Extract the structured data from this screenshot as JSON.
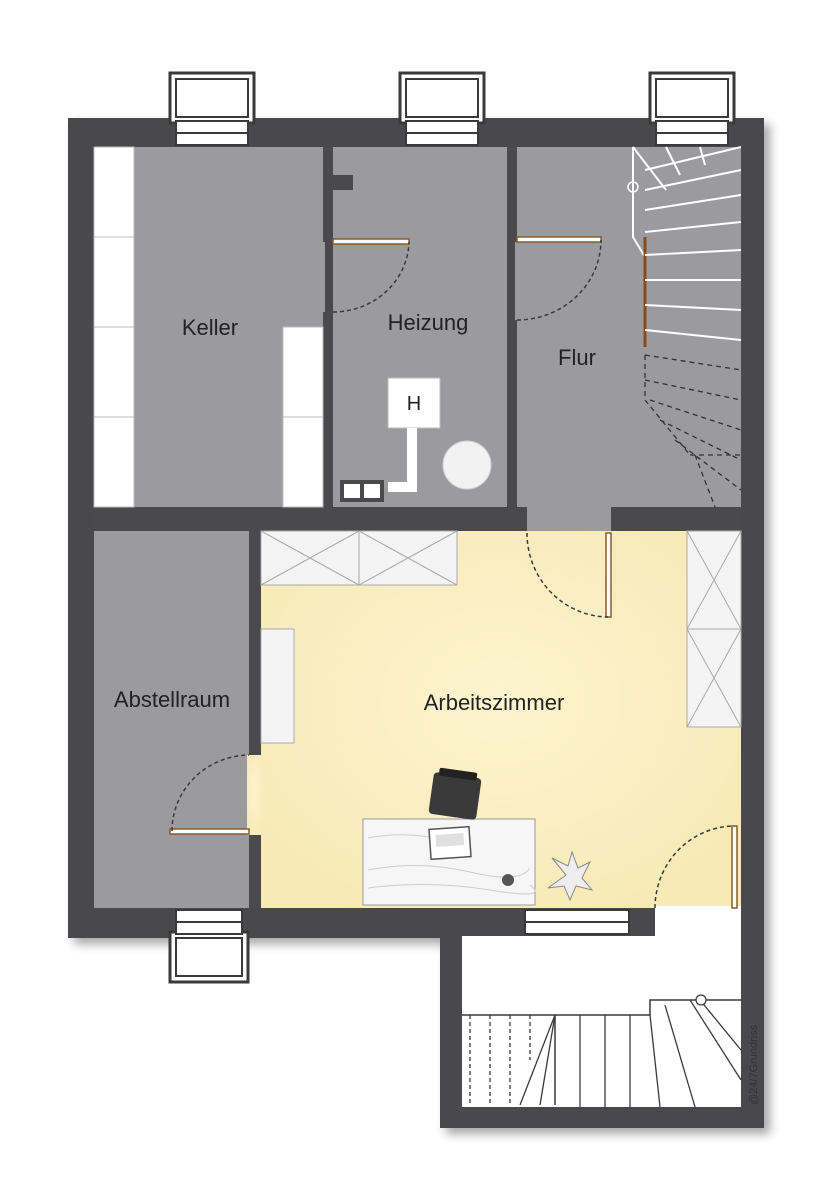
{
  "rooms": {
    "keller": "Keller",
    "heizung": "Heizung",
    "flur": "Flur",
    "abstellraum": "Abstellraum",
    "arbeitszimmer": "Arbeitszimmer"
  },
  "heater_symbol": "H",
  "credit": "@24/7Grundriss",
  "colors": {
    "wall": "#4a4a4c",
    "room_grey": "#9b9b9d",
    "room_work": "#fbf0c4",
    "door_leaf": "#c9a46a",
    "door_arc": "#3a3a3a"
  }
}
